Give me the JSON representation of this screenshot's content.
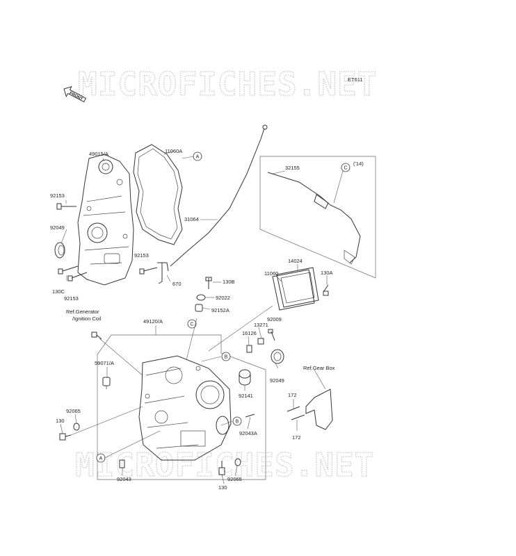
{
  "watermark": "MICROFICHES.NET",
  "diagram_id": "ET611",
  "front_label": "FRONT",
  "year_note": "('14)",
  "ref_generator": "Ref.Generator",
  "ref_ignition": "/Ignition Coil",
  "ref_gearbox": "Ref.Gear Box",
  "callouts": {
    "a": "A",
    "b": "B",
    "c": "C"
  },
  "parts": {
    "p49015A": "49015/A",
    "p11060A": "11060A",
    "p92153_top": "92153",
    "p92049_left": "92049",
    "p92153_mid": "92153",
    "p130C": "130C",
    "p92153_bot": "92153",
    "p670": "670",
    "p31064": "31064",
    "p32155": "32155",
    "p14024": "14024",
    "p11060": "11060",
    "p130A": "130A",
    "p130B": "130B",
    "p92022": "92022",
    "p92152A": "92152A",
    "p49120A": "49120/A",
    "p92009": "92009",
    "p13271": "13271",
    "p16126": "16126",
    "p59071A": "59071/A",
    "p92049_right": "92049",
    "p92141": "92141",
    "p172_top": "172",
    "p172_bot": "172",
    "p92065_left": "92065",
    "p130_left": "130",
    "p92043A": "92043A",
    "p92043": "92043",
    "p92065_bot": "92065",
    "p130_bot": "130"
  }
}
